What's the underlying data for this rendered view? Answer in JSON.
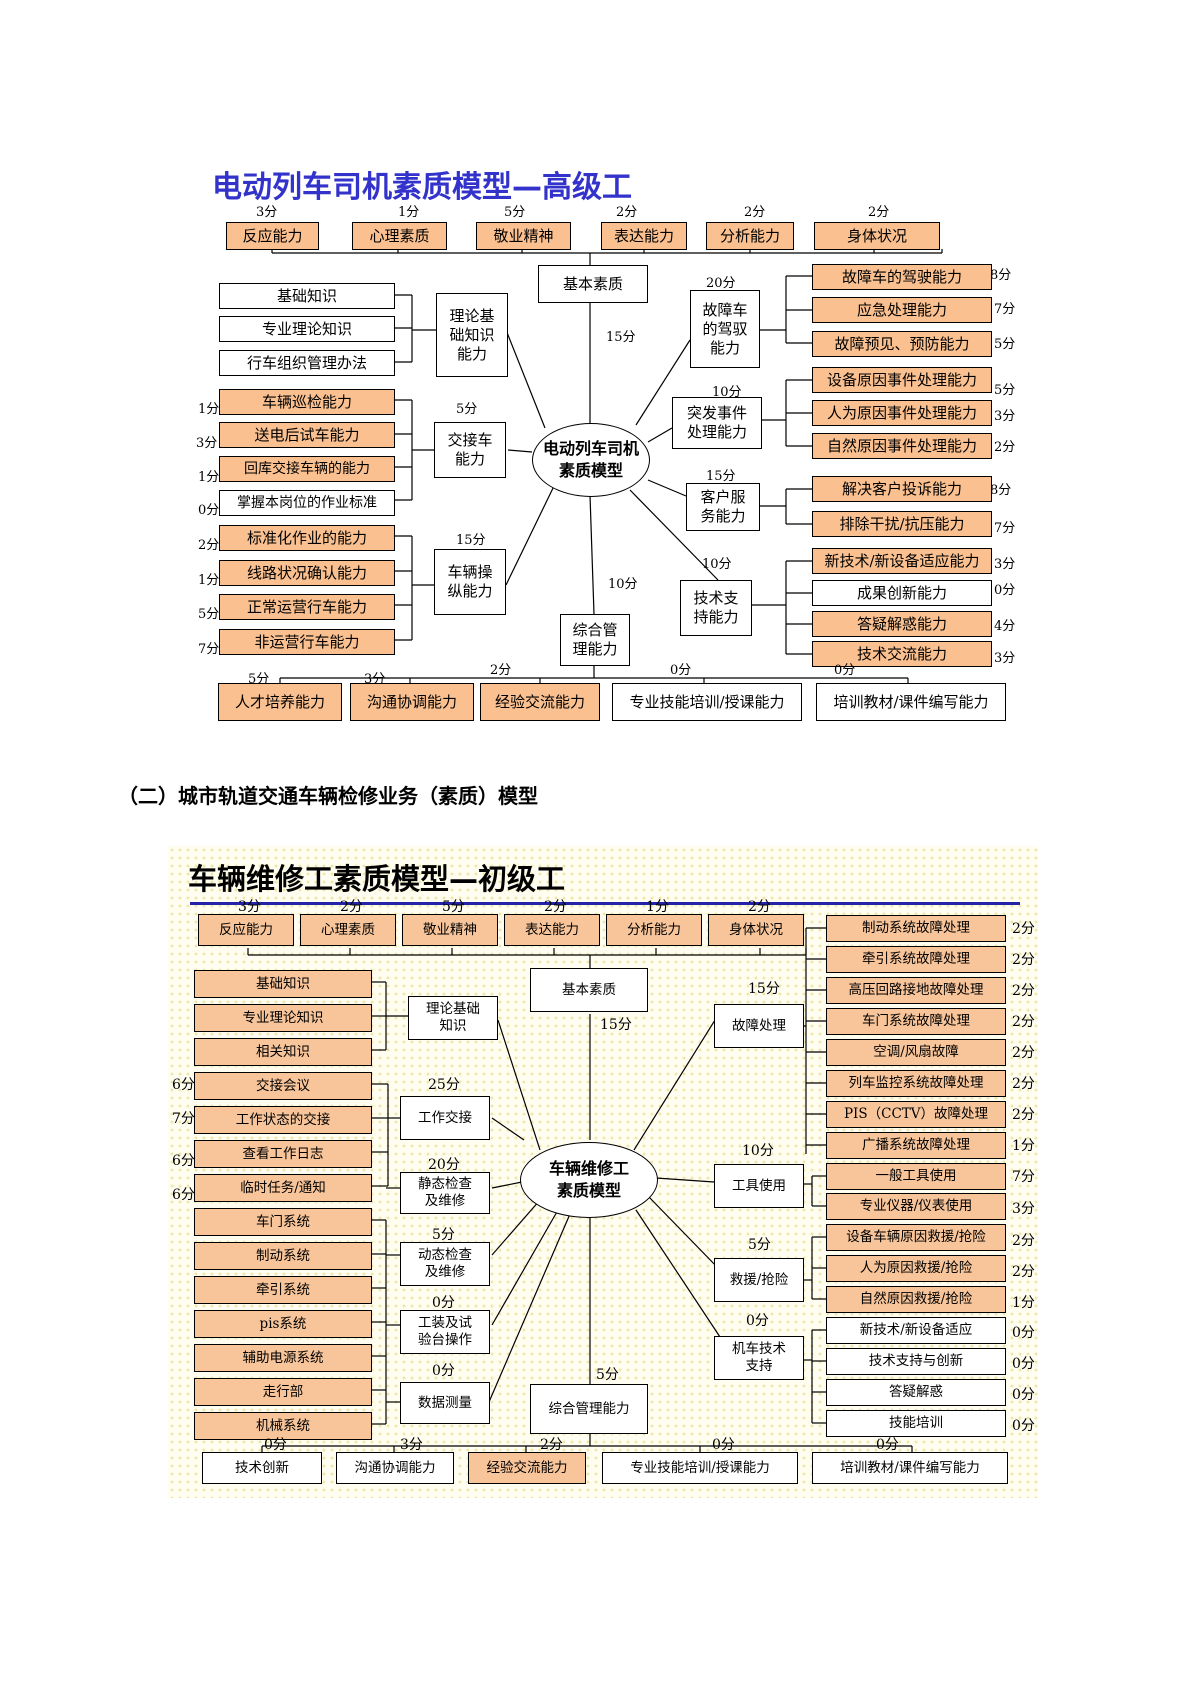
{
  "section_heading": "（二）城市轨道交通车辆检修业务（素质）模型",
  "diagram1": {
    "title": "电动列车司机素质模型—高级工",
    "center": "电动列车司机\n素质模型",
    "top_items": [
      {
        "label": "反应能力",
        "score": "3分"
      },
      {
        "label": "心理素质",
        "score": "1分"
      },
      {
        "label": "敬业精神",
        "score": "5分"
      },
      {
        "label": "表达能力",
        "score": "2分"
      },
      {
        "label": "分析能力",
        "score": "2分"
      },
      {
        "label": "身体状况",
        "score": "2分"
      }
    ],
    "basic": {
      "label": "基本素质",
      "score": "15分"
    },
    "theory": {
      "label": "理论基\n础知识\n能力",
      "items": [
        "基础知识",
        "专业理论知识",
        "行车组织管理办法"
      ]
    },
    "handover": {
      "label": "交接车\n能力",
      "score": "5分",
      "items": [
        {
          "label": "车辆巡检能力",
          "score": "1分"
        },
        {
          "label": "送电后试车能力",
          "score": "3分"
        },
        {
          "label": "回库交接车辆的能力",
          "score": "1分"
        },
        {
          "label": "掌握本岗位的作业标准",
          "score": "0分"
        }
      ]
    },
    "operate": {
      "label": "车辆操\n纵能力",
      "score": "15分",
      "items": [
        {
          "label": "标准化作业的能力",
          "score": "2分"
        },
        {
          "label": "线路状况确认能力",
          "score": "1分"
        },
        {
          "label": "正常运营行车能力",
          "score": "5分"
        },
        {
          "label": "非运营行车能力",
          "score": "7分"
        }
      ]
    },
    "fault": {
      "label": "故障车\n的驾驭\n能力",
      "score": "20分",
      "items": [
        {
          "label": "故障车的驾驶能力",
          "score": "8分"
        },
        {
          "label": "应急处理能力",
          "score": "7分"
        },
        {
          "label": "故障预见、预防能力",
          "score": "5分"
        }
      ]
    },
    "emergency": {
      "label": "突发事件\n处理能力",
      "score": "10分",
      "items": [
        {
          "label": "设备原因事件处理能力",
          "score": "5分"
        },
        {
          "label": "人为原因事件处理能力",
          "score": "3分"
        },
        {
          "label": "自然原因事件处理能力",
          "score": "2分"
        }
      ]
    },
    "customer": {
      "label": "客户服\n务能力",
      "score": "15分",
      "items": [
        {
          "label": "解决客户投诉能力",
          "score": "8分"
        },
        {
          "label": "排除干扰/抗压能力",
          "score": "7分"
        }
      ]
    },
    "tech": {
      "label": "技术支\n持能力",
      "score": "10分",
      "items": [
        {
          "label": "新技术/新设备适应能力",
          "score": "3分"
        },
        {
          "label": "成果创新能力",
          "score": "0分"
        },
        {
          "label": "答疑解惑能力",
          "score": "4分"
        },
        {
          "label": "技术交流能力",
          "score": "3分"
        }
      ]
    },
    "mgmt": {
      "label": "综合管\n理能力",
      "score": "10分"
    },
    "bottom_items": [
      {
        "label": "人才培养能力",
        "score": "5分"
      },
      {
        "label": "沟通协调能力",
        "score": "3分"
      },
      {
        "label": "经验交流能力",
        "score": "2分"
      },
      {
        "label": "专业技能培训/授课能力",
        "score": "0分"
      },
      {
        "label": "培训教材/课件编写能力",
        "score": "0分"
      }
    ]
  },
  "diagram2": {
    "title": "车辆维修工素质模型—初级工",
    "center": "车辆维修工\n素质模型",
    "top_items": [
      {
        "label": "反应能力",
        "score": "3分"
      },
      {
        "label": "心理素质",
        "score": "2分"
      },
      {
        "label": "敬业精神",
        "score": "5分"
      },
      {
        "label": "表达能力",
        "score": "2分"
      },
      {
        "label": "分析能力",
        "score": "1分"
      },
      {
        "label": "身体状况",
        "score": "2分"
      }
    ],
    "basic": {
      "label": "基本素质",
      "score": "15分"
    },
    "theory": {
      "label": "理论基础\n知识",
      "items": [
        "基础知识",
        "专业理论知识",
        "相关知识"
      ]
    },
    "handover": {
      "label": "工作交接",
      "score": "25分",
      "items": [
        {
          "label": "交接会议",
          "score": "6分"
        },
        {
          "label": "工作状态的交接",
          "score": "7分"
        },
        {
          "label": "查看工作日志",
          "score": "6分"
        },
        {
          "label": "临时任务/通知",
          "score": "6分"
        }
      ]
    },
    "static": {
      "label": "静态检查\n及维修",
      "score": "20分"
    },
    "dynamic": {
      "label": "动态检查\n及维修",
      "score": "5分"
    },
    "tooling": {
      "label": "工装及试\n验台操作",
      "score": "0分"
    },
    "measure": {
      "label": "数据测量",
      "score": "0分"
    },
    "left_systems": [
      "车门系统",
      "制动系统",
      "牵引系统",
      "pis系统",
      "辅助电源系统",
      "走行部",
      "机械系统"
    ],
    "mgmt": {
      "label": "综合管理能力",
      "score": "5分"
    },
    "fault": {
      "label": "故障处理",
      "score": "15分"
    },
    "tools": {
      "label": "工具使用",
      "score": "10分"
    },
    "rescue": {
      "label": "救援/抢险",
      "score": "5分"
    },
    "tech": {
      "label": "机车技术\n支持",
      "score": "0分"
    },
    "right_items": [
      {
        "label": "制动系统故障处理",
        "score": "2分"
      },
      {
        "label": "牵引系统故障处理",
        "score": "2分"
      },
      {
        "label": "高压回路接地故障处理",
        "score": "2分"
      },
      {
        "label": "车门系统故障处理",
        "score": "2分"
      },
      {
        "label": "空调/风扇故障",
        "score": "2分"
      },
      {
        "label": "列车监控系统故障处理",
        "score": "2分"
      },
      {
        "label": "PIS（CCTV）故障处理",
        "score": "2分"
      },
      {
        "label": "广播系统故障处理",
        "score": "1分"
      },
      {
        "label": "一般工具使用",
        "score": "7分"
      },
      {
        "label": "专业仪器/仪表使用",
        "score": "3分"
      },
      {
        "label": "设备车辆原因救援/抢险",
        "score": "2分"
      },
      {
        "label": "人为原因救援/抢险",
        "score": "2分"
      },
      {
        "label": "自然原因救援/抢险",
        "score": "1分"
      },
      {
        "label": "新技术/新设备适应",
        "score": "0分"
      },
      {
        "label": "技术支持与创新",
        "score": "0分"
      },
      {
        "label": "答疑解惑",
        "score": "0分"
      },
      {
        "label": "技能培训",
        "score": "0分"
      }
    ],
    "bottom_items": [
      {
        "label": "技术创新",
        "score": "0分"
      },
      {
        "label": "沟通协调能力",
        "score": "3分"
      },
      {
        "label": "经验交流能力",
        "score": "2分"
      },
      {
        "label": "专业技能培训/授课能力",
        "score": "0分"
      },
      {
        "label": "培训教材/课件编写能力",
        "score": "0分"
      }
    ]
  }
}
